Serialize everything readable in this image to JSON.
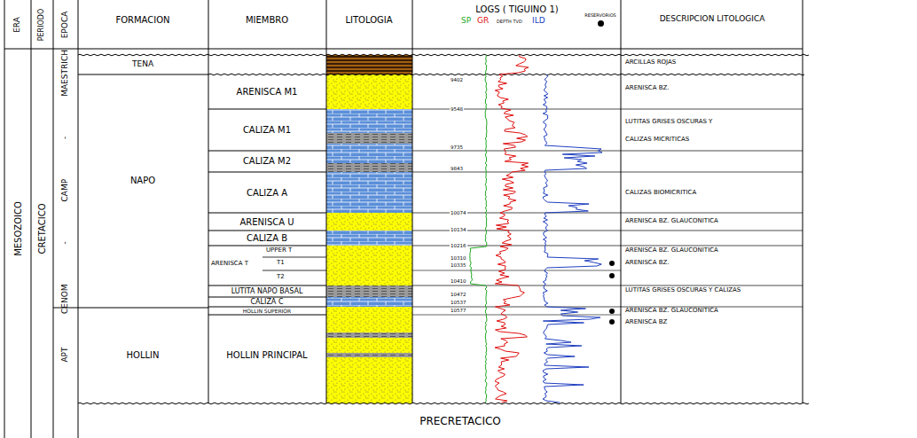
{
  "diagram": {
    "labels": [
      "ERA",
      "PERIODO",
      "EPOCA",
      "FORMACION",
      "MIEMBRO",
      "LITOLOGIA",
      "LOGS ( TIGUINO 1)",
      "SP",
      "GR",
      "DEPTH TVD",
      "ILD",
      "DESCRIPCION LITOLOGICA",
      "MESOZOICO",
      "CRETACICO",
      "CENOM - CAMP - MAESTRICH",
      "APT",
      "TENA",
      "NAPO",
      "HOLLIN",
      "ARENISCA M1",
      "CALIZA M1",
      "CALIZA M2",
      "CALIZA A",
      "ARENISCA U",
      "CALIZA B",
      "UPPER T",
      "ARENISCA T",
      "T1",
      "T2",
      "LUTITA NAPO BASAL",
      "CALIZA C",
      "HOLLIN SUPERIOR",
      "HOLLIN PRINCIPAL",
      "9402",
      "9548",
      "9735",
      "9843",
      "10074",
      "10134",
      "10216",
      "10310",
      "10335",
      "10410",
      "10472",
      "10537",
      "10577",
      "ARCILLAS ROJAS",
      "ARENISCA BZ.",
      "LUTITAS GRISES OSCURAS Y CALIZAS MICRITICAS",
      "CALIZAS BIOMICRITICA",
      "ARENISCA BZ. GLAUCONITICA",
      "ARENISCA BZ. GLAUCONITICA",
      "ARENISCA BZ.",
      "LUTITAS GRISES OSCURAS Y CALIZAS",
      "ARENISCA BZ. GLAUCONITICA",
      "ARENISCA BZ",
      "PRECRETACICO"
    ],
    "legend": [
      {
        "text": "RESERVORIOS"
      }
    ]
  }
}
